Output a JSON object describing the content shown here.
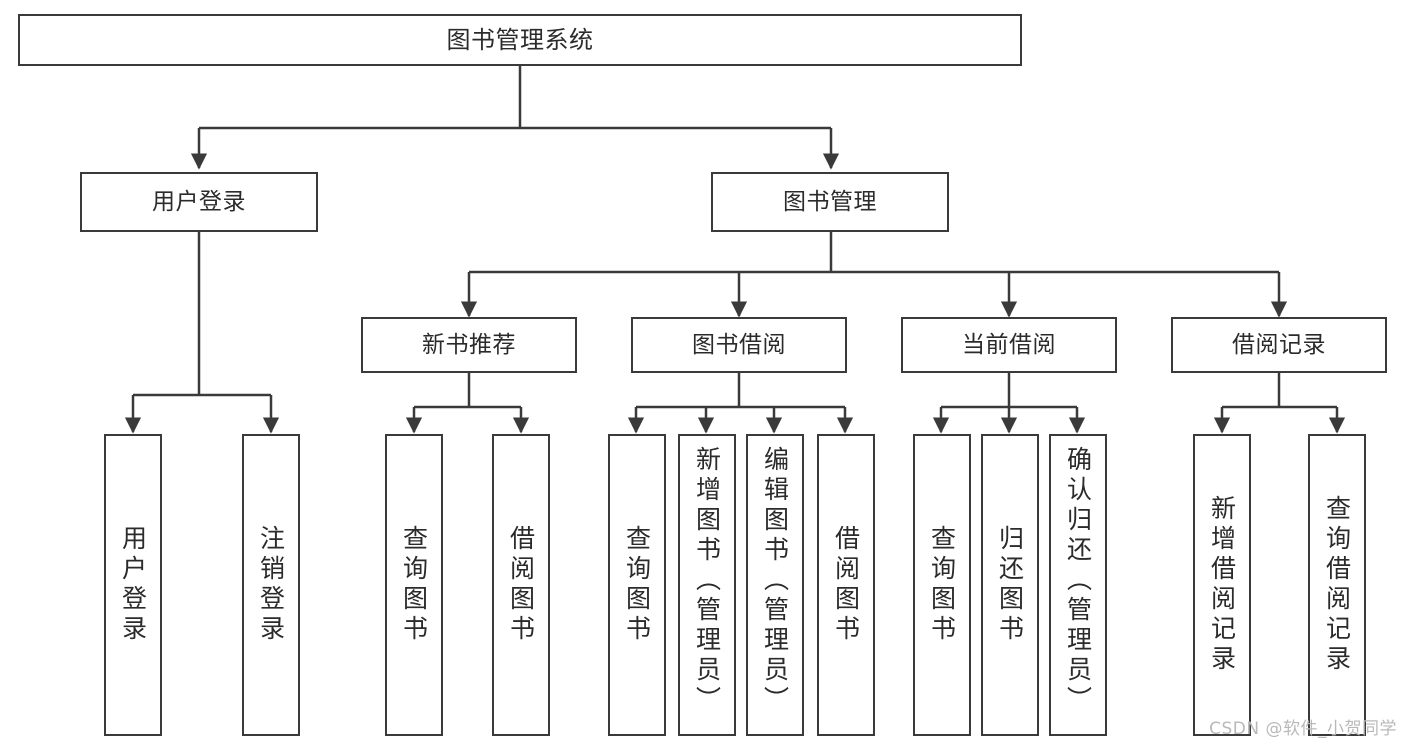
{
  "diagram": {
    "type": "tree",
    "title": "图书管理系统",
    "orientation": "top-down",
    "watermark": "CSDN @软件_小贺同学",
    "stroke_color": "#3a3a3a",
    "text_color": "#2b2b2b",
    "background_color": "#ffffff",
    "watermark_color": "#b9b9b9"
  },
  "nodes": {
    "root": {
      "label": "图书管理系统",
      "level": 0
    },
    "level1": [
      {
        "id": "user-login",
        "label": "用户登录",
        "level": 1
      },
      {
        "id": "book-management",
        "label": "图书管理",
        "level": 1
      }
    ],
    "level2": [
      {
        "id": "new-book-recommend",
        "label": "新书推荐",
        "level": 2,
        "parent": "book-management"
      },
      {
        "id": "book-borrow",
        "label": "图书借阅",
        "level": 2,
        "parent": "book-management"
      },
      {
        "id": "current-borrow",
        "label": "当前借阅",
        "level": 2,
        "parent": "book-management"
      },
      {
        "id": "borrow-record",
        "label": "借阅记录",
        "level": 2,
        "parent": "book-management"
      }
    ],
    "leaves": [
      {
        "id": "leaf-user-login",
        "label": "用户登录",
        "parent": "user-login"
      },
      {
        "id": "leaf-user-logout",
        "label": "注销登录",
        "parent": "user-login"
      },
      {
        "id": "leaf-query-book-1",
        "label": "查询图书",
        "parent": "new-book-recommend"
      },
      {
        "id": "leaf-borrow-book-1",
        "label": "借阅图书",
        "parent": "new-book-recommend"
      },
      {
        "id": "leaf-query-book-2",
        "label": "查询图书",
        "parent": "book-borrow"
      },
      {
        "id": "leaf-add-book",
        "label": "新增图书（管理员）",
        "parent": "book-borrow"
      },
      {
        "id": "leaf-edit-book",
        "label": "编辑图书（管理员）",
        "parent": "book-borrow"
      },
      {
        "id": "leaf-borrow-book-2",
        "label": "借阅图书",
        "parent": "book-borrow"
      },
      {
        "id": "leaf-query-book-3",
        "label": "查询图书",
        "parent": "current-borrow"
      },
      {
        "id": "leaf-return-book",
        "label": "归还图书",
        "parent": "current-borrow"
      },
      {
        "id": "leaf-confirm-return",
        "label": "确认归还（管理员）",
        "parent": "current-borrow"
      },
      {
        "id": "leaf-add-record",
        "label": "新增借阅记录",
        "parent": "borrow-record"
      },
      {
        "id": "leaf-query-record",
        "label": "查询借阅记录",
        "parent": "borrow-record"
      }
    ]
  }
}
